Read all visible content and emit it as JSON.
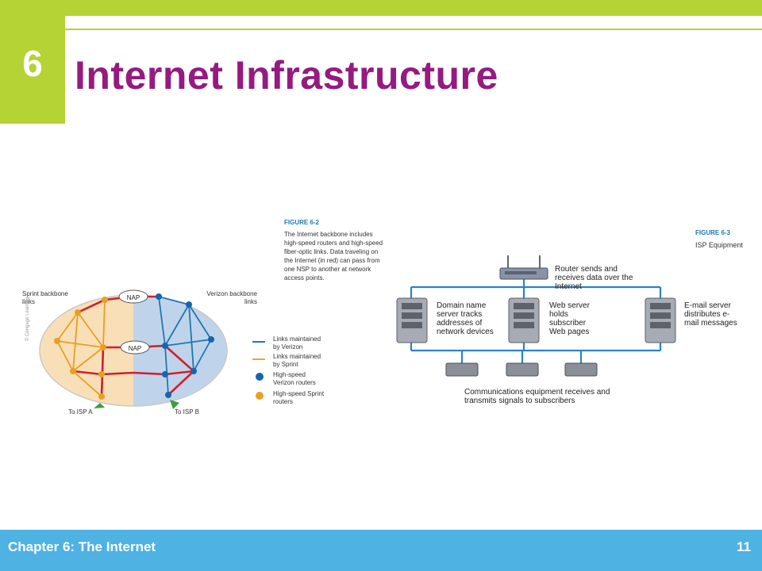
{
  "slide": {
    "chapter_number": "6",
    "title": "Internet Infrastructure",
    "footer_left": "Chapter 6: The Internet",
    "page_number": "11"
  },
  "figure_left": {
    "label": "FIGURE 6-2",
    "caption": "The Internet backbone includes high-speed routers and high-speed fiber-optic links. Data traveling on the Internet (in red) can pass from one NSP to another at network access points.",
    "sprint_label": "Sprint backbone links",
    "verizon_label": "Verizon backbone links",
    "nap_labels": [
      "NAP",
      "NAP"
    ],
    "isp_a": "To ISP A",
    "isp_b": "To ISP B",
    "copyright": "© Cengage Learning",
    "legend": [
      {
        "text": "Links maintained by Verizon",
        "color": "#1f77b4"
      },
      {
        "text": "Links maintained by Sprint",
        "color": "#e8a33a"
      },
      {
        "text": "High-speed Verizon routers",
        "color": "#1565b0"
      },
      {
        "text": "High-speed Sprint routers",
        "color": "#e8a020"
      }
    ],
    "colors": {
      "red_route": "#d0202a",
      "sprint": "#e8a020",
      "verizon": "#1565b0"
    }
  },
  "figure_right": {
    "label": "FIGURE 6-3",
    "caption": "ISP Equipment",
    "router_text": "Router sends and receives data over the Internet",
    "dns_text": "Domain name server tracks addresses of network devices",
    "web_text": "Web server holds subscriber Web pages",
    "email_text": "E-mail server distributes e-mail messages",
    "comm_text": "Communications equipment receives and transmits signals to subscribers"
  },
  "colors": {
    "accent_green": "#b5d334",
    "title_purple": "#951b81",
    "footer_blue": "#4eb2e2"
  }
}
